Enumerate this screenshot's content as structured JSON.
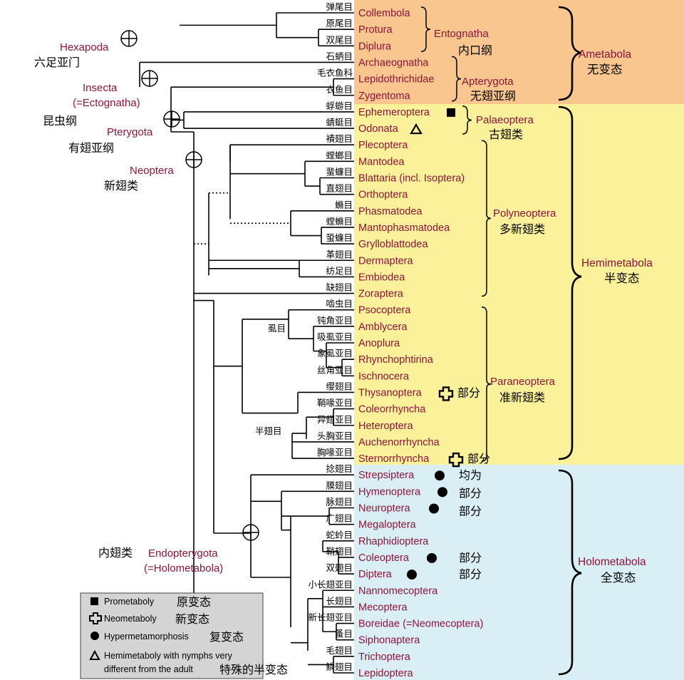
{
  "colors": {
    "ametabola_band": "#F9C690",
    "hemimetabola_band": "#FBF19A",
    "holometabola_band": "#D9EEF5",
    "taxon_text": "#8B1538",
    "legend_box": "#D4D4D4"
  },
  "taxa": [
    {
      "en": "Collembola",
      "cn": "弹尾目"
    },
    {
      "en": "Protura",
      "cn": "原尾目"
    },
    {
      "en": "Diplura",
      "cn": "双尾目"
    },
    {
      "en": "Archaeognatha",
      "cn": "石蛃目"
    },
    {
      "en": "Lepidothrichidae",
      "cn": "毛衣鱼科"
    },
    {
      "en": "Zygentoma",
      "cn": "衣鱼目"
    },
    {
      "en": "Ephemeroptera",
      "cn": "蜉蝣目",
      "marker": "prometaboly-square-icon"
    },
    {
      "en": "Odonata",
      "cn": "蜻蜓目",
      "marker": "hemimetaboly-triangle-icon"
    },
    {
      "en": "Plecoptera",
      "cn": "襀翅目"
    },
    {
      "en": "Mantodea",
      "cn": "螳螂目"
    },
    {
      "en": "Blattaria (incl. Isoptera)",
      "cn": "蜚蠊目"
    },
    {
      "en": "Orthoptera",
      "cn": "直翅目"
    },
    {
      "en": "Phasmatodea",
      "cn": "䗛目"
    },
    {
      "en": "Mantophasmatodea",
      "cn": "螳䗛目"
    },
    {
      "en": "Grylloblattodea",
      "cn": "蛩蠊目"
    },
    {
      "en": "Dermaptera",
      "cn": "革翅目"
    },
    {
      "en": "Embiodea",
      "cn": "纺足目"
    },
    {
      "en": "Zoraptera",
      "cn": "缺翅目"
    },
    {
      "en": "Psocoptera",
      "cn": "啮虫目"
    },
    {
      "en": "Amblycera",
      "cn": "钝角亚目"
    },
    {
      "en": "Anoplura",
      "cn": "吸虱亚目"
    },
    {
      "en": "Rhynchophtirina",
      "cn": "象虱亚目"
    },
    {
      "en": "Ischnocera",
      "cn": "丝角亚目"
    },
    {
      "en": "Thysanoptera",
      "cn": "缨翅目",
      "marker": "neometaboly-cross-icon",
      "note": "部分"
    },
    {
      "en": "Coleorrhyncha",
      "cn": "鞘喙亚目"
    },
    {
      "en": "Heteroptera",
      "cn": "异翅亚目"
    },
    {
      "en": "Auchenorrhyncha",
      "cn": "头胸亚目"
    },
    {
      "en": "Sternorrhyncha",
      "cn": "胸喙亚目",
      "marker": "neometaboly-cross-icon",
      "note": "部分"
    },
    {
      "en": "Strepsiptera",
      "cn": "捻翅目",
      "marker": "hypermetamorphosis-dot-icon",
      "note": "均为"
    },
    {
      "en": "Hymenoptera",
      "cn": "膜翅目",
      "marker": "hypermetamorphosis-dot-icon",
      "note": "部分"
    },
    {
      "en": "Neuroptera",
      "cn": "脉翅目",
      "marker": "hypermetamorphosis-dot-icon",
      "note": "部分"
    },
    {
      "en": "Megaloptera",
      "cn": "广翅目"
    },
    {
      "en": "Rhaphidioptera",
      "cn": "蛇蛉目"
    },
    {
      "en": "Coleoptera",
      "cn": "鞘翅目",
      "marker": "hypermetamorphosis-dot-icon",
      "note": "部分"
    },
    {
      "en": "Diptera",
      "cn": "双翅目",
      "marker": "hypermetamorphosis-dot-icon",
      "note": "部分"
    },
    {
      "en": "Nannomecoptera",
      "cn": "小长翅亚目"
    },
    {
      "en": "Mecoptera",
      "cn": "长翅目"
    },
    {
      "en": "Boreidae (=Neomecoptera)",
      "cn": "新长翅亚目"
    },
    {
      "en": "Siphonaptera",
      "cn": "蚤目"
    },
    {
      "en": "Trichoptera",
      "cn": "毛翅目"
    },
    {
      "en": "Lepidoptera",
      "cn": "鳞翅目"
    }
  ],
  "subgroups": [
    {
      "en": "Entognatha",
      "cn": "内口纲"
    },
    {
      "en": "Apterygota",
      "cn": "无翅亚纲"
    },
    {
      "en": "Palaeoptera",
      "cn": "古翅类"
    },
    {
      "en": "Polyneoptera",
      "cn": "多新翅类"
    },
    {
      "en": "Paraneoptera",
      "cn": "准新翅类"
    }
  ],
  "metamorphosis_groups": [
    {
      "en": "Ametabola",
      "cn": "无变态"
    },
    {
      "en": "Hemimetabola",
      "cn": "半变态"
    },
    {
      "en": "Holometabola",
      "cn": "全变态"
    }
  ],
  "clades": {
    "hexapoda": {
      "en": "Hexapoda",
      "cn": "六足亚门"
    },
    "insecta": {
      "en": "Insecta",
      "en2": "(=Ectognatha)",
      "cn": "昆虫纲"
    },
    "pterygota": {
      "en": "Pterygota",
      "cn": "有翅亚纲"
    },
    "neoptera": {
      "en": "Neoptera",
      "cn": "新翅类"
    },
    "endopterygota": {
      "cn": "内翅类",
      "en": "Endopterygota",
      "en2": "(=Holometabola)"
    }
  },
  "inner_labels": {
    "lice": "虱目",
    "hemiptera": "半翅目"
  },
  "legend": [
    {
      "icon": "prometaboly-square-icon",
      "en": "Prometaboly",
      "cn": "原变态"
    },
    {
      "icon": "neometaboly-cross-icon",
      "en": "Neometaboly",
      "cn": "新变态"
    },
    {
      "icon": "hypermetamorphosis-dot-icon",
      "en": "Hypermetamorphosis",
      "cn": "复变态"
    },
    {
      "icon": "hemimetaboly-triangle-icon",
      "en": "Hemimetaboly with nymphs very",
      "en2": "different from the adult",
      "cn": "特殊的半变态"
    }
  ]
}
